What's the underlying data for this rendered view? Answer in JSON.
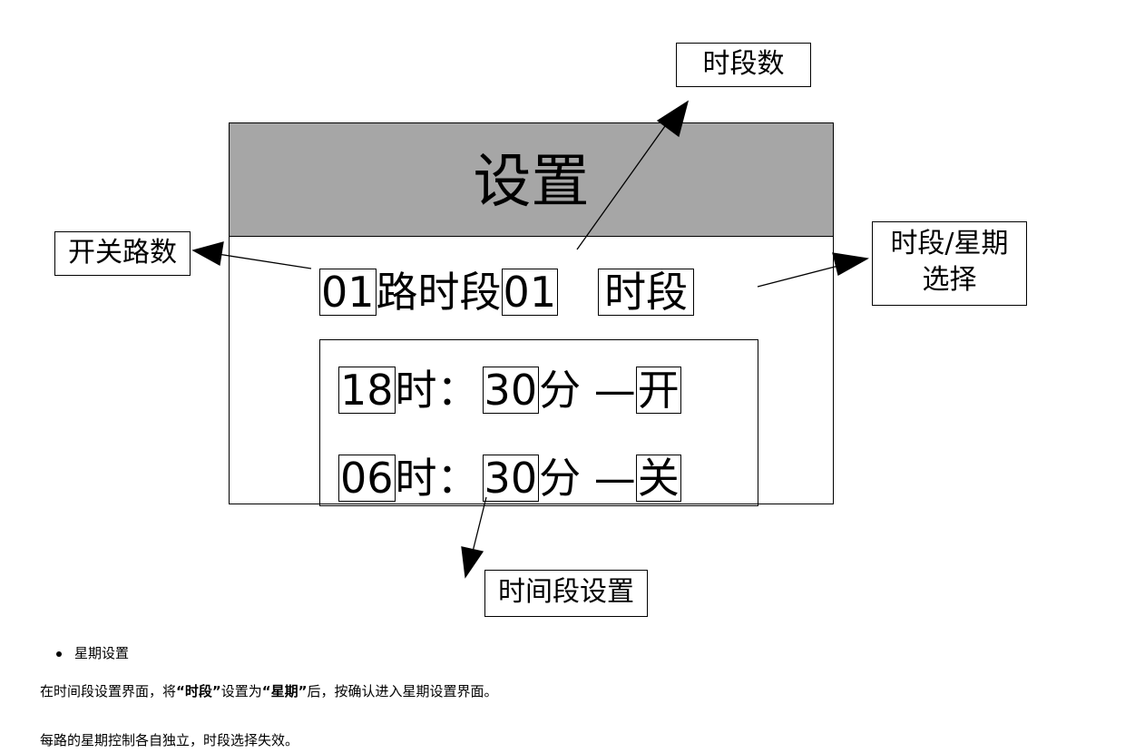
{
  "diagram": {
    "screen_title": "设置",
    "row1": {
      "route_num": "01",
      "route_label": "路时段",
      "period_num": "01",
      "mode_value": "时段"
    },
    "slot1": {
      "hour": "18",
      "hour_unit": "时：",
      "minute": "30",
      "minute_unit": "分 —",
      "action": "开"
    },
    "slot2": {
      "hour": "06",
      "hour_unit": "时：",
      "minute": "30",
      "minute_unit": "分 —",
      "action": "关"
    },
    "callouts": {
      "period_count": "时段数",
      "switch_routes": "开关路数",
      "period_week_line1": "时段/星期",
      "period_week_line2": "选择",
      "time_slot_setting": "时间段设置"
    }
  },
  "text": {
    "bullet": "星期设置",
    "para1_a": "在时间段设置界面，将",
    "para1_b": "“时段”",
    "para1_c": "设置为",
    "para1_d": "“星期”",
    "para1_e": "后，按确认进入星期设置界面。",
    "para2": "每路的星期控制各自独立，时段选择失效。"
  }
}
